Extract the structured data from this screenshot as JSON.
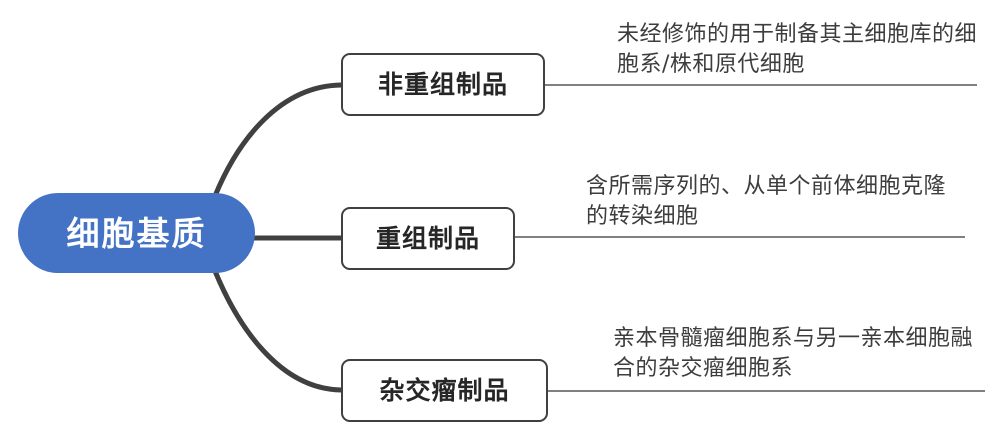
{
  "diagram": {
    "type": "mind-map",
    "root": {
      "label": "细胞基质",
      "color": "#4472C4",
      "text_color": "#ffffff"
    },
    "branch_color": "#404040",
    "rule_color": "#808080",
    "branches": [
      {
        "label": "非重组制品",
        "description": "未经修饰的用于制备其主细胞库的细胞系/株和原代细胞"
      },
      {
        "label": "重组制品",
        "description": "含所需序列的、从单个前体细胞克隆的转染细胞"
      },
      {
        "label": "杂交瘤制品",
        "description": "亲本骨髓瘤细胞系与另一亲本细胞融合的杂交瘤细胞系"
      }
    ]
  }
}
